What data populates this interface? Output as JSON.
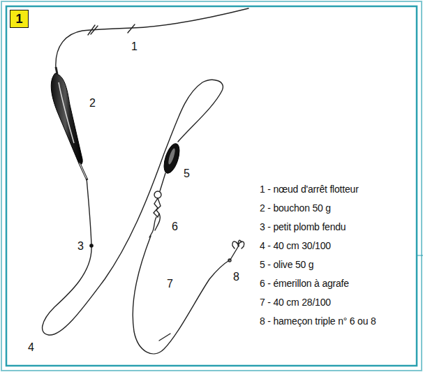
{
  "diagram": {
    "nodes": [
      {
        "text": [
          "1"
        ]
      }
    ],
    "labels": [
      "1",
      "2",
      "3",
      "4",
      "5",
      "6",
      "7",
      "8",
      "1 - nœud d'arrêt flotteur",
      "2 - bouchon 50 g",
      "3 - petit plomb fendu",
      "4 - 40 cm 30/100",
      "5 - olive 50 g",
      "6 - émerillon à agrafe",
      "7 - 40 cm 28/100",
      "8 - hameçon triple n° 6 ou 8"
    ]
  }
}
